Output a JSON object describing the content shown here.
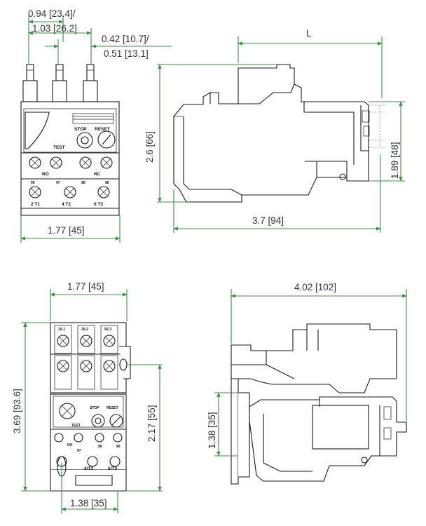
{
  "colors": {
    "dimension": "#2e9b3a",
    "outline": "#1a1a1a",
    "text": "#333333"
  },
  "top_front": {
    "width_top_1": "0.94 [23.4]/",
    "width_top_2": "1.03 [26.2]",
    "pitch_1": "0.42 [10.7]/",
    "pitch_2": "0.51 [13.1]",
    "width_bottom": "1.77 [45]",
    "label_stop": "STOP",
    "label_reset": "RESET",
    "label_test": "TEST",
    "label_no": "NO",
    "label_nc": "NC",
    "term_95": "95",
    "term_97": "97",
    "term_98": "98",
    "term_96": "96",
    "term_2t1": "2 T1",
    "term_4t2": "4 T2",
    "term_6t3": "6 T3"
  },
  "top_side": {
    "length_label": "L",
    "height": "2.6 [66]",
    "height_right": "1.89 [48]",
    "depth": "3.7 [94]"
  },
  "bottom_front": {
    "width_top": "1.77 [45]",
    "height_total": "3.69 [93.6]",
    "height_right": "2.17 [55]",
    "width_bottom": "1.38 [35]",
    "term_1l1": "1/L1",
    "term_3l2": "3/L2",
    "term_5l3": "5/L3",
    "term_4t2": "4/T2",
    "term_6t3": "6/T3",
    "label_stop": "STOP",
    "label_reset": "RESET",
    "label_test": "TEST",
    "label_no": "NO",
    "term_97": "97",
    "term_98": "98",
    "term_96": "96"
  },
  "bottom_side": {
    "depth": "4.02 [102]",
    "height": "1.38 [35]"
  }
}
